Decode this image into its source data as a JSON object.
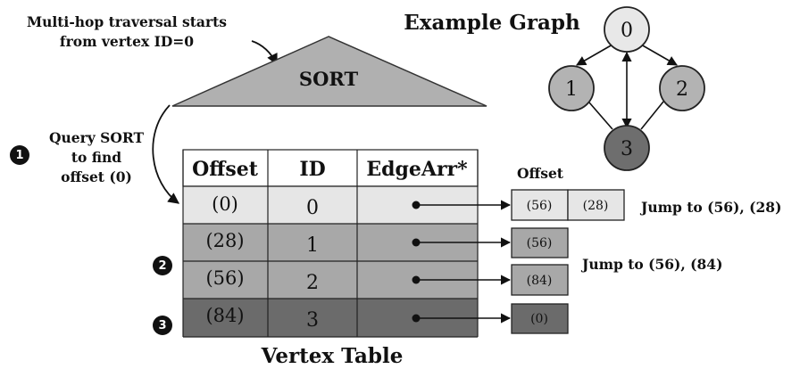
{
  "annotation_start": [
    "Multi-hop traversal starts",
    "from vertex ID=0"
  ],
  "sort_label": "SORT",
  "example_graph": {
    "title": "Example Graph",
    "nodes": [
      "0",
      "1",
      "2",
      "3"
    ]
  },
  "steps": {
    "step1": {
      "badge": "1",
      "text": [
        "Query SORT",
        "to find",
        "offset (0)"
      ]
    },
    "step2": {
      "badge": "2"
    },
    "step3": {
      "badge": "3"
    }
  },
  "vertex_table": {
    "title": "Vertex Table",
    "headers": [
      "Offset",
      "ID",
      "EdgeArr*"
    ],
    "rows": [
      {
        "offset": "(0)",
        "id": "0",
        "fill": "#e6e6e6"
      },
      {
        "offset": "(28)",
        "id": "1",
        "fill": "#a8a8a8"
      },
      {
        "offset": "(56)",
        "id": "2",
        "fill": "#a8a8a8"
      },
      {
        "offset": "(84)",
        "id": "3",
        "fill": "#6b6b6b"
      }
    ]
  },
  "edge_arrays": {
    "header": "Offset",
    "rows": [
      {
        "cells": [
          "(56)",
          "(28)"
        ],
        "fill": "#e6e6e6"
      },
      {
        "cells": [
          "(56)"
        ],
        "fill": "#a8a8a8"
      },
      {
        "cells": [
          "(84)"
        ],
        "fill": "#a8a8a8"
      },
      {
        "cells": [
          "(0)"
        ],
        "fill": "#6b6b6b"
      }
    ]
  },
  "jumps": [
    "Jump to (56), (28)",
    "Jump to (56), (84)"
  ],
  "colors": {
    "light": "#e6e6e6",
    "mid": "#a8a8a8",
    "dark": "#6b6b6b",
    "node0": "#e8e8e8",
    "node12": "#b3b3b3",
    "node3": "#6e6e6e",
    "sort_fill": "#b0b0b0"
  }
}
